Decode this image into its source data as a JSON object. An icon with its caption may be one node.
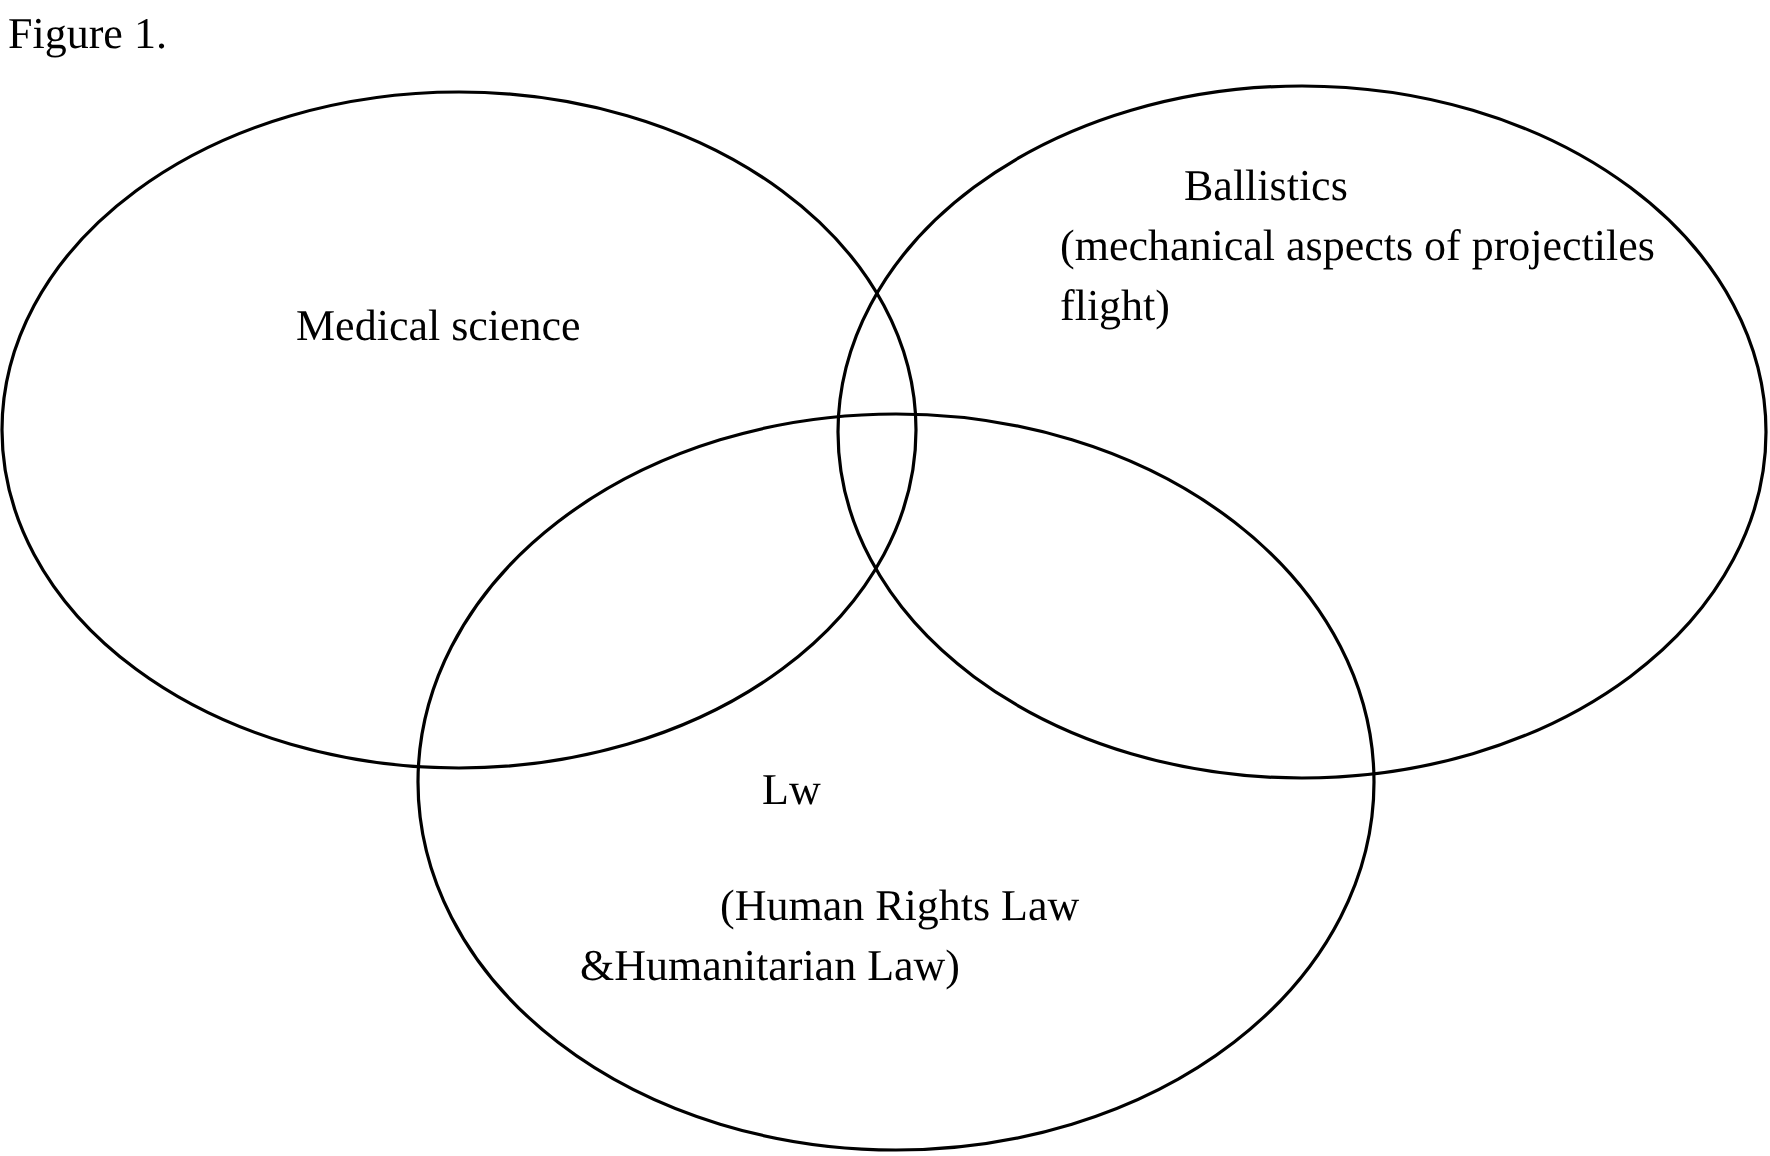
{
  "diagram": {
    "nodes": [
      {
        "text": [
          "Medical science"
        ]
      },
      {
        "text": [
          "Ballistics",
          "(mechanical aspects of projectiles flight)"
        ]
      },
      {
        "text": [
          "Lw",
          "(Human Rights Law &Humanitarian Law)"
        ]
      }
    ],
    "labels": [
      "Figure 1."
    ]
  }
}
